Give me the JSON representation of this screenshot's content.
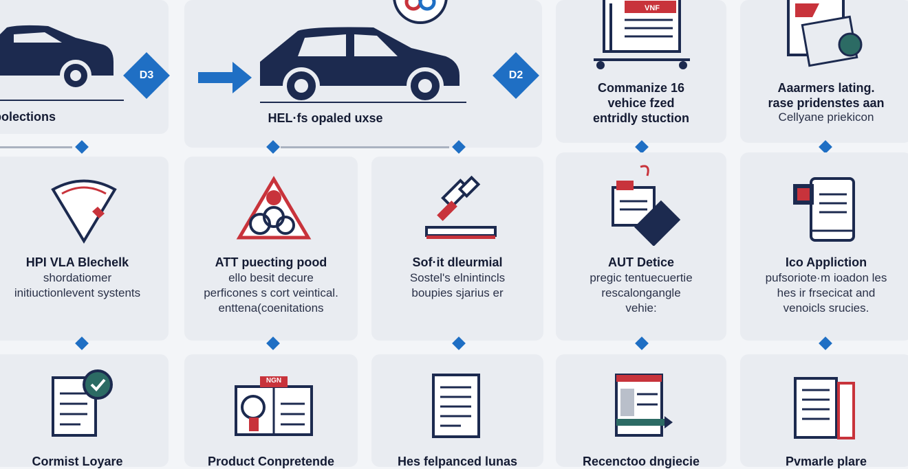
{
  "steps": [
    {
      "badge": "D3"
    },
    {
      "badge": "D2"
    }
  ],
  "top_row": [
    {
      "title": "opolections"
    },
    {
      "title": "HEL·fs opaled uxse"
    },
    {
      "title_lines": [
        "Commanize 16",
        "vehice fzed",
        "entridly stuction"
      ]
    },
    {
      "title_lines": [
        "Aaarmers lating.",
        "rase pridenstes aan"
      ],
      "sub": "Cellyane priekicon"
    }
  ],
  "top_icon_label": "VNF",
  "middle_row": [
    {
      "title": "HPI VLA Blechelk",
      "sub_lines": [
        "shordatiomer",
        "initiuctionlevent systents"
      ]
    },
    {
      "title": "ATT puecting pood",
      "sub_lines": [
        "ello besit decure",
        "perficones s cort veintical.",
        "enttena(coenitations"
      ]
    },
    {
      "title": "Sof·it dleurmial",
      "sub_lines": [
        "Sostel's elnintincls",
        "boupies sjarius er"
      ]
    },
    {
      "title": "AUT Detice",
      "sub_lines": [
        "pregic tentuecuertie",
        "rescalongangle",
        "vehie:"
      ]
    },
    {
      "title": "Ico Appliction",
      "sub_lines": [
        "pufsoriote·m ioadon les",
        "hes ir frsecicat and",
        "venoicls srucies."
      ]
    }
  ],
  "bottom_row": [
    {
      "title": "Cormist Loyare"
    },
    {
      "title": "Product Conpretende"
    },
    {
      "title": "Hes felpanced lunas"
    },
    {
      "title": "Recenctoo dngiecie"
    },
    {
      "title": "Pvmarle plare"
    }
  ],
  "bottom_icon_label": "NGN",
  "colors": {
    "navy": "#1c2a4f",
    "blue": "#1f6fc4",
    "red": "#c8333b"
  }
}
